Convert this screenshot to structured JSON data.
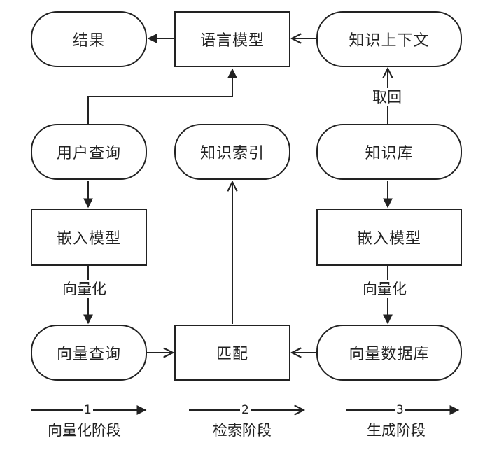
{
  "nodes": {
    "result": "结果",
    "language_model": "语言模型",
    "knowledge_context": "知识上下文",
    "user_query": "用户查询",
    "knowledge_index": "知识索引",
    "knowledge_base": "知识库",
    "embed_model_left": "嵌入模型",
    "embed_model_right": "嵌入模型",
    "vector_query": "向量查询",
    "match": "匹配",
    "vector_db": "向量数据库"
  },
  "edge_labels": {
    "vectorize_left": "向量化",
    "vectorize_right": "向量化",
    "retrieve": "取回"
  },
  "legend": [
    {
      "number": "1",
      "label": "向量化阶段",
      "arrow": "filled"
    },
    {
      "number": "2",
      "label": "检索阶段",
      "arrow": "open"
    },
    {
      "number": "3",
      "label": "生成阶段",
      "arrow": "filled"
    }
  ]
}
